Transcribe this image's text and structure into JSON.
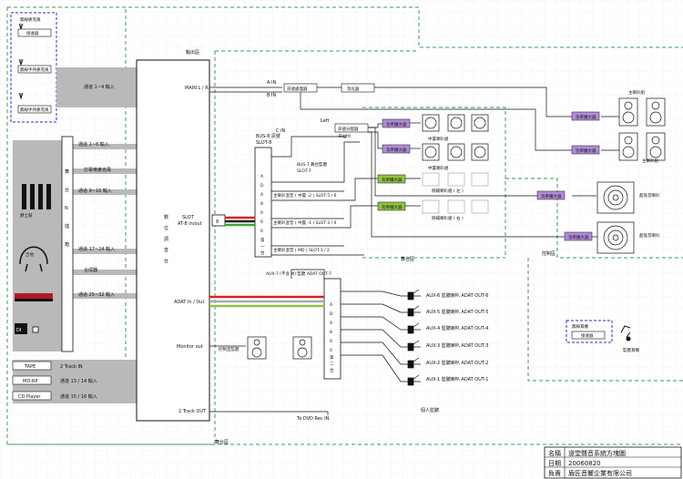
{
  "title_block": {
    "name_label": "名稱",
    "name_value": "道堂聲音系統方塊圖",
    "date_label": "日期",
    "date_value": "20060820",
    "owner_label": "負責",
    "owner_value": "盾匠音響企業有限公司"
  },
  "zones": {
    "stage_label": "舞台區",
    "control_label": "控制區",
    "aux_area_label": "舞台區",
    "mixer_title": "輸出區",
    "mixer_center_label": "數位調音台"
  },
  "wireless": {
    "title": "無線麥克風",
    "receiver": "接收器",
    "handheld_1": "無線手持麥克風",
    "handheld_2": "無線手持麥克風"
  },
  "input_labels": {
    "mic_1_4": "通道 1~4 輸入",
    "mic_1_8": "通道 1~8 輸入",
    "drum": "爵士鼓",
    "drum_mics": "打擊樂麥克風",
    "ch_9_16": "通道 9~16 輸入",
    "ch_17_24": "通道 17~24 輸入",
    "keys": "合成器",
    "ch_25_32": "通道 25~32 輸入",
    "stage_box": "舞台 N 插箱",
    "di": "DI",
    "guitar": "吉他"
  },
  "sources": {
    "tape": "TAPE",
    "tape_line": "2 Track IN",
    "md": "MD-RP",
    "md_line": "通道 13 / 14 輸入",
    "cd": "CD Player",
    "cd_line": "通道 15 / 16 輸入"
  },
  "mixer_ports": {
    "main": "MAIN L / R",
    "slot": "SLOT",
    "slot_sub": "AT-8 in/out",
    "adat": "ADAT In / Out",
    "monitor": "Monitor out",
    "two_track": "2 Track OUT",
    "to_dvd": "To DVD Rec IN"
  },
  "ada_upper": {
    "bus_label": "BUS-8 訊號",
    "slot_label": "SLOT-8",
    "c_in": "C IN",
    "name": "ADA8000第一台",
    "bus7": "BUS-7 舞台監聽",
    "slot7": "SLOT-7",
    "outs": [
      "主喇叭混音 ( 中置 -2 ) SLOT-5 / 6",
      "主喇叭混音 ( 中置 -1 ) SLOT-3 / 4",
      "主喇叭混音 ( MD ) SLOT-1 / 2"
    ]
  },
  "ada_lower": {
    "name": "ADA8000第二台",
    "aux7": "AUX-7 (不含 M) 監聽 ADAT OUT-7",
    "auxes": [
      "AUX-6 監聽喇叭 ADAT OUT-6",
      "AUX-5 監聽喇叭 ADAT OUT-5",
      "AUX-4 監聽喇叭 ADAT OUT-4",
      "AUX-3 監聽喇叭 ADAT OUT-3",
      "AUX-2 監聽喇叭 ADAT OUT-2",
      "AUX-1 監聽喇叭 ADAT OUT-1"
    ],
    "personal_monitor": "個人監聽"
  },
  "processing": {
    "crossover": "訊號處理器",
    "eq": "等化器",
    "a_in": "A IN",
    "b_in": "B IN",
    "left": "Left",
    "right": "Right",
    "splitter": "訊號分配器"
  },
  "amps": {
    "amp": "功率擴大器",
    "top_left": "主喇叭組",
    "top_right": "主喇叭組",
    "mid_1": "中置喇叭組",
    "mid_2": "中置喇叭組",
    "green_1": "側補喇叭組 ( 左 )",
    "green_2": "側補喇叭組 ( 右 )",
    "sub_1": "超低音喇叭",
    "sub_2": "超低音喇叭"
  },
  "monitor_area": {
    "near": "控制室監聽",
    "wireless_box": "無線耳機",
    "iem": "監聽耳機",
    "receiver": "接收器"
  },
  "chart_data": {
    "type": "diagram",
    "title": "道堂聲音系統方塊圖"
  }
}
